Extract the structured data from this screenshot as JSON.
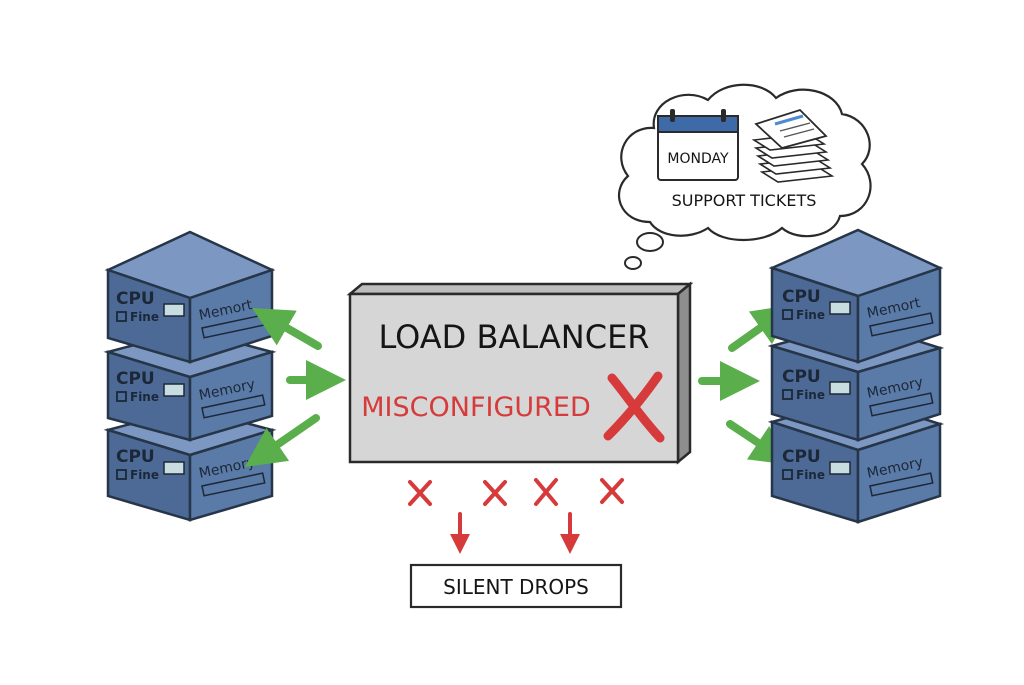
{
  "load_balancer": {
    "title": "LOAD BALANCER",
    "status": "MISCONFIGURED"
  },
  "thought_bubble": {
    "calendar_day": "MONDAY",
    "caption": "SUPPORT TICKETS"
  },
  "drops_label": "SILENT DROPS",
  "left_servers": [
    {
      "cpu": "CPU",
      "status": "Fine",
      "memory": "Memort"
    },
    {
      "cpu": "CPU",
      "status": "Fine",
      "memory": "Memory"
    },
    {
      "cpu": "CPU",
      "status": "Fine",
      "memory": "Memory"
    }
  ],
  "right_servers": [
    {
      "cpu": "CPU",
      "status": "Fine",
      "memory": "Memort"
    },
    {
      "cpu": "CPU",
      "status": "Fine",
      "memory": "Memory"
    },
    {
      "cpu": "CPU",
      "status": "Fine",
      "memory": "Memory"
    }
  ],
  "colors": {
    "server_blue": "#5a7aa8",
    "server_dark": "#2d3f5a",
    "arrow_green": "#5aae4c",
    "error_red": "#d63a3a",
    "balancer_gray": "#d6d6d6"
  }
}
